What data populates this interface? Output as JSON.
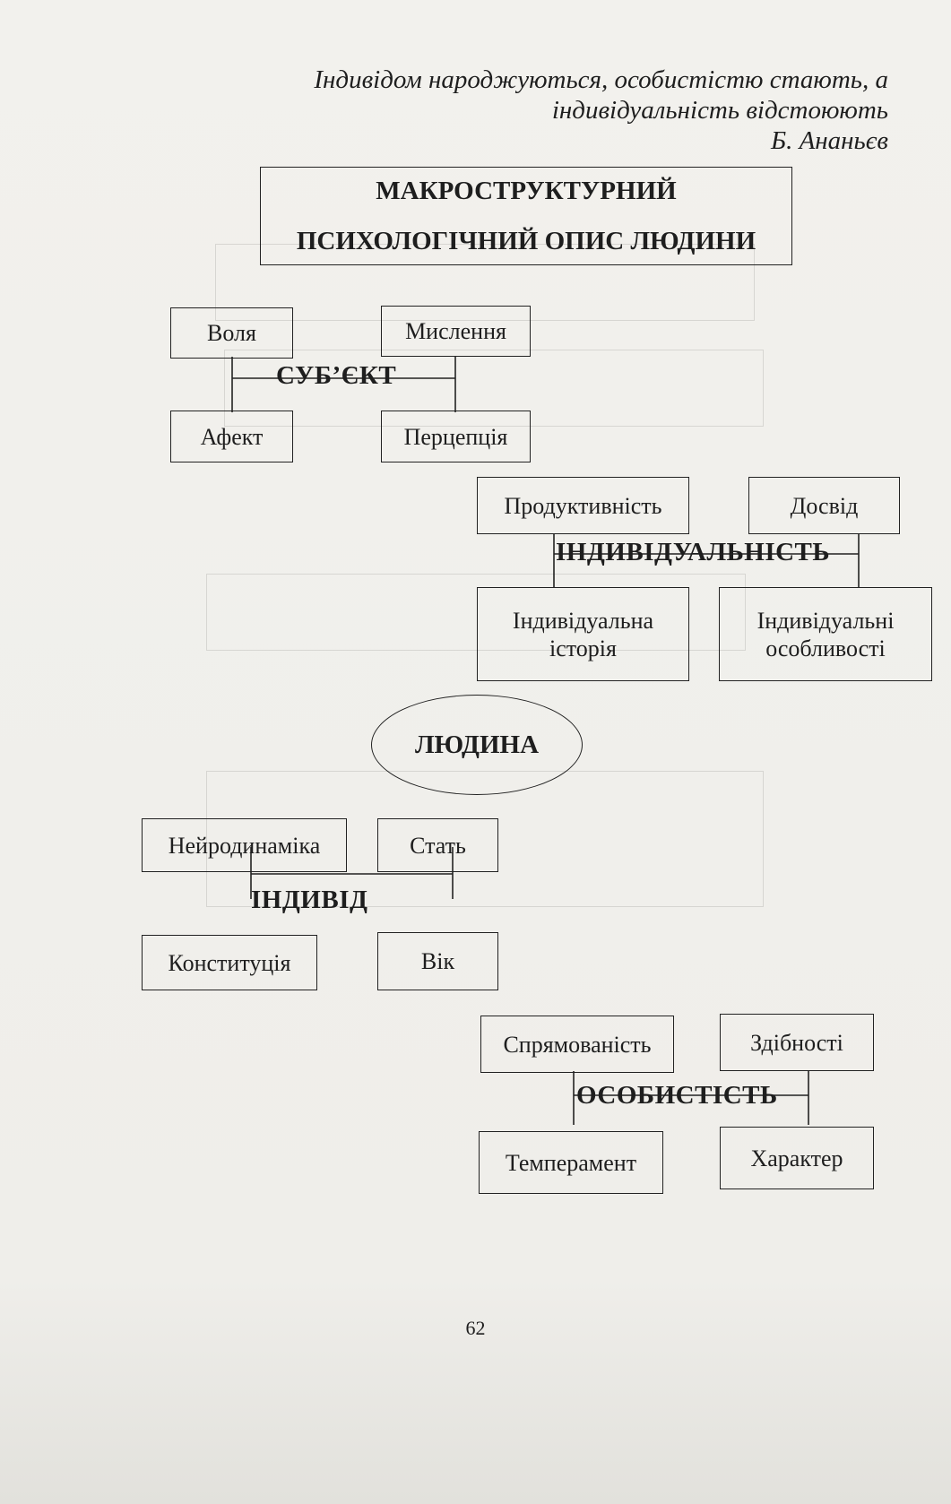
{
  "epigraph": {
    "line1": "Індивідом народжуються, особистістю стають, а",
    "line2": "індивідуальність відстоюють",
    "author": "Б. Ананьєв"
  },
  "title": {
    "line1": "МАКРОСТРУКТУРНИЙ",
    "line2": "ПСИХОЛОГІЧНИЙ ОПИС ЛЮДИНИ"
  },
  "subject": {
    "label": "СУБ’ЄКТ",
    "items": [
      "Воля",
      "Мислення",
      "Афект",
      "Перцепція"
    ]
  },
  "individuality": {
    "label": "ІНДИВІДУАЛЬНІСТЬ",
    "items": [
      "Продуктивність",
      "Досвід",
      "Індивідуальна історія",
      "Індивідуальні особливості"
    ]
  },
  "human": {
    "label": "ЛЮДИНА"
  },
  "individual": {
    "label": "ІНДИВІД",
    "items": [
      "Нейродинаміка",
      "Стать",
      "Конституція",
      "Вік"
    ]
  },
  "personality": {
    "label": "ОСОБИСТІСТЬ",
    "items": [
      "Спрямованість",
      "Здібності",
      "Темперамент",
      "Характер"
    ]
  },
  "page_number": "62"
}
